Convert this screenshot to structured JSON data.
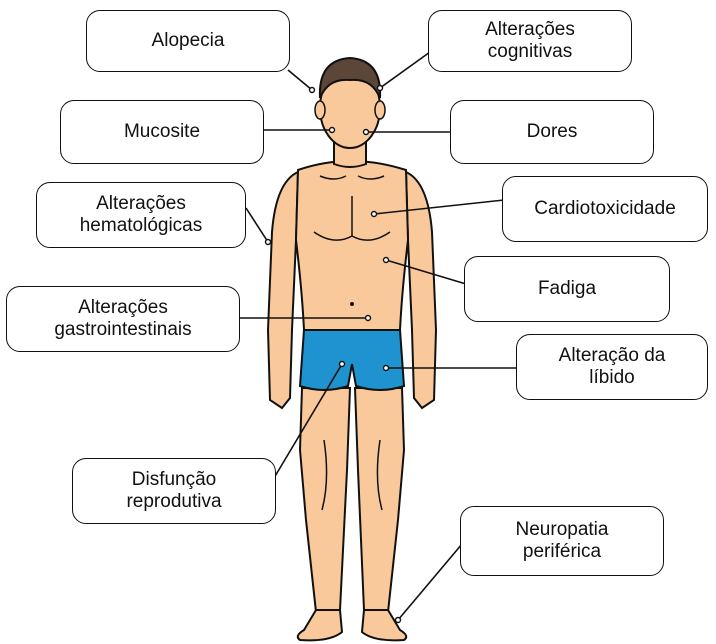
{
  "colors": {
    "skin": "#F9C99B",
    "skin_shadow": "#E8AD7B",
    "hair": "#5B4638",
    "underwear": "#1E93CF",
    "outline": "#111111",
    "box_border": "#111111",
    "box_fill": "#FFFFFF"
  },
  "labels": {
    "alopecia": [
      "Alopecia"
    ],
    "cognitive": [
      "Alterações",
      "cognitivas"
    ],
    "mucositis": [
      "Mucosite"
    ],
    "pain": [
      "Dores"
    ],
    "hematologic": [
      "Alterações",
      "hematológicas"
    ],
    "cardio": [
      "Cardiotoxicidade"
    ],
    "fatigue": [
      "Fadiga"
    ],
    "gastro": [
      "Alterações",
      "gastrointestinais"
    ],
    "libido": [
      "Alteração da",
      "líbido"
    ],
    "reproductive": [
      "Disfunção",
      "reprodutiva"
    ],
    "neuropathy": [
      "Neuropatia",
      "periférica"
    ]
  }
}
